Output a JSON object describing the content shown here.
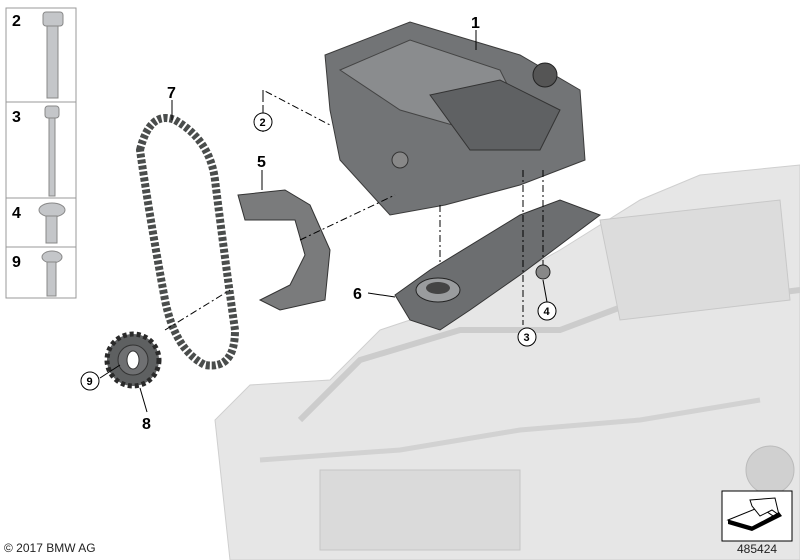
{
  "legend_panel": {
    "items": [
      {
        "number": "2",
        "part": "bolt-long-flange"
      },
      {
        "number": "3",
        "part": "bolt-long-thin"
      },
      {
        "number": "4",
        "part": "screw-short"
      },
      {
        "number": "9",
        "part": "screw-short"
      }
    ]
  },
  "callouts": {
    "c1": "1",
    "c2": "2",
    "c3": "3",
    "c4": "4",
    "c5": "5",
    "c6": "6",
    "c7": "7",
    "c8": "8",
    "c9": "9"
  },
  "footer": {
    "copyright": "© 2017 BMW AG",
    "diagram_number": "485424"
  },
  "colors": {
    "engine_block": "#e4e4e4",
    "oil_pump": "#6f7072",
    "chain": "#4a4d4c",
    "line": "#000000"
  }
}
